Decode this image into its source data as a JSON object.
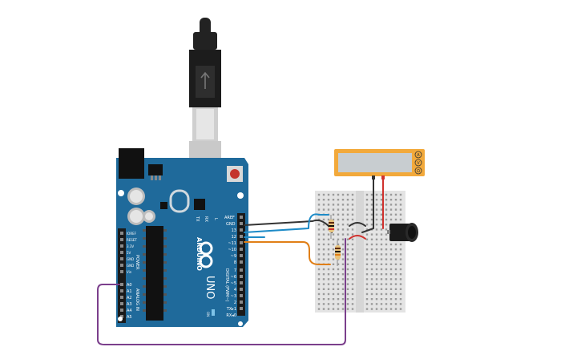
{
  "colors": {
    "board": "#1f6a9b",
    "board_dark": "#155177",
    "breadboard": "#e4e4e4",
    "wire_black": "#333333",
    "wire_blue": "#1e8bc7",
    "wire_orange": "#e07f17",
    "wire_purple": "#7b3f8c",
    "wire_red": "#d0312d",
    "multimeter": "#f2a93b",
    "usb": "#222222"
  },
  "arduino": {
    "logo_brand": "ARDUINO",
    "model": "UNO",
    "aref": "AREF",
    "gnd": "GND",
    "digital_label": "DIGITAL (PWM~)",
    "tx_rx_labels": [
      "TX",
      "RX"
    ],
    "led_label": "L",
    "on_label": "ON",
    "power_label": "POWER",
    "analog_label": "ANALOG IN",
    "digital_pins": [
      "13",
      "12",
      "~11",
      "~10",
      "~9",
      "8",
      "7",
      "~6",
      "~5",
      "4",
      "~3",
      "2",
      "TX▸1",
      "RX◂0"
    ],
    "power_pins": [
      "IOREF",
      "RESET",
      "3.3V",
      "5V",
      "GND",
      "GND",
      "Vin"
    ],
    "analog_pins": [
      "A0",
      "A1",
      "A2",
      "A3",
      "A4",
      "A5"
    ]
  },
  "multimeter": {
    "buttons": [
      "A",
      "V",
      "Ω"
    ]
  },
  "icons": [
    "usb-cable-icon",
    "reset-button-icon",
    "resistor-icon",
    "capacitor-icon",
    "motor-icon"
  ]
}
